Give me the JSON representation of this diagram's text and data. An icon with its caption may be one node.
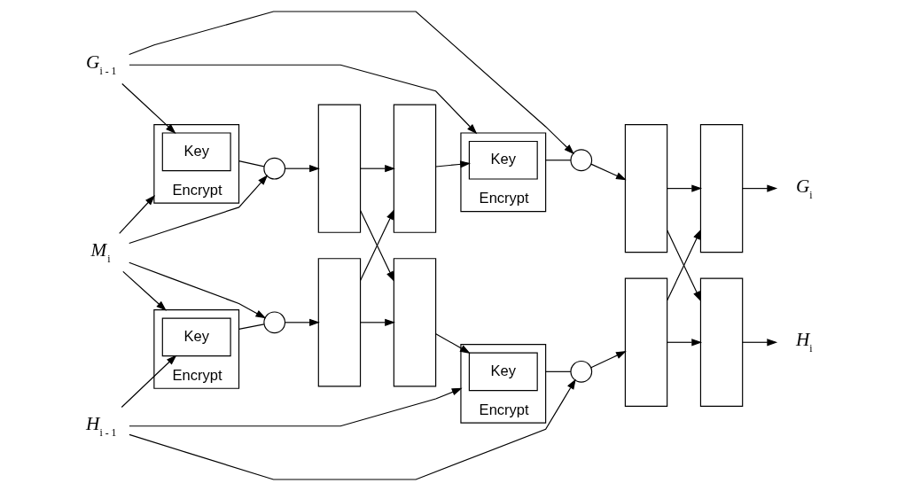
{
  "diagram": {
    "nodes": [
      {
        "text": [
          "G$_{i - 1}$"
        ]
      },
      {
        "text": [
          "Encrypt"
        ]
      },
      {
        "text": [
          "Key"
        ],
        "in": 1
      },
      {
        "text": [],
        "shape": "circle"
      },
      {
        "text": [],
        "shape": "box"
      },
      {
        "text": [],
        "shape": "box"
      },
      {
        "text": [
          "Encrypt"
        ]
      },
      {
        "text": [
          "Key"
        ],
        "in": 6
      },
      {
        "text": [],
        "shape": "circle"
      },
      {
        "text": [],
        "shape": "box"
      },
      {
        "text": [],
        "shape": "box"
      },
      {
        "text": [
          "G$_{i}$"
        ]
      },
      {
        "text": [
          "M$_{i}$"
        ]
      },
      {
        "text": [
          "Encrypt"
        ]
      },
      {
        "text": [
          "Key"
        ],
        "in": 13
      },
      {
        "text": [],
        "shape": "circle"
      },
      {
        "text": [],
        "shape": "box"
      },
      {
        "text": [],
        "shape": "box"
      },
      {
        "text": [
          "Encrypt"
        ]
      },
      {
        "text": [
          "Key"
        ],
        "in": 18
      },
      {
        "text": [],
        "shape": "circle"
      },
      {
        "text": [],
        "shape": "box"
      },
      {
        "text": [],
        "shape": "box"
      },
      {
        "text": [
          "H$_{i}$"
        ]
      },
      {
        "text": [
          "H$_{i - 1}$"
        ]
      }
    ],
    "edges": [
      {
        "from": 0,
        "to": 2,
        "arrow": "to"
      },
      {
        "from": 0,
        "to": 6,
        "arrow": "to"
      },
      {
        "from": 0,
        "to": 8,
        "arrow": "to"
      },
      {
        "from": 12,
        "to": 1,
        "arrow": "to"
      },
      {
        "from": 12,
        "to": 3,
        "arrow": "to"
      },
      {
        "from": 12,
        "to": 13,
        "arrow": "to"
      },
      {
        "from": 12,
        "to": 15,
        "arrow": "to"
      },
      {
        "from": 1,
        "to": 3,
        "arrow": "none"
      },
      {
        "from": 3,
        "to": 4,
        "arrow": "to"
      },
      {
        "from": 13,
        "to": 15,
        "arrow": "none"
      },
      {
        "from": 15,
        "to": 16,
        "arrow": "to"
      },
      {
        "from": 24,
        "to": 14,
        "arrow": "to"
      },
      {
        "from": 24,
        "to": 18,
        "arrow": "to"
      },
      {
        "from": 24,
        "to": 20,
        "arrow": "to"
      },
      {
        "from": 4,
        "to": 17,
        "arrow": "to"
      },
      {
        "from": 4,
        "to": 5,
        "arrow": "to"
      },
      {
        "from": 16,
        "to": 5,
        "arrow": "to"
      },
      {
        "from": 16,
        "to": 17,
        "arrow": "to"
      },
      {
        "from": 5,
        "to": 7,
        "arrow": "to"
      },
      {
        "from": 17,
        "to": 19,
        "arrow": "to"
      },
      {
        "from": 6,
        "to": 8,
        "arrow": "none"
      },
      {
        "from": 8,
        "to": 9,
        "arrow": "to"
      },
      {
        "from": 18,
        "to": 20,
        "arrow": "none"
      },
      {
        "from": 20,
        "to": 21,
        "arrow": "to"
      },
      {
        "from": 9,
        "to": 22,
        "arrow": "to"
      },
      {
        "from": 9,
        "to": 10,
        "arrow": "to"
      },
      {
        "from": 21,
        "to": 10,
        "arrow": "to"
      },
      {
        "from": 21,
        "to": 22,
        "arrow": "to"
      },
      {
        "from": 10,
        "to": 11,
        "arrow": "to"
      },
      {
        "from": 22,
        "to": 23,
        "arrow": "to"
      }
    ]
  }
}
